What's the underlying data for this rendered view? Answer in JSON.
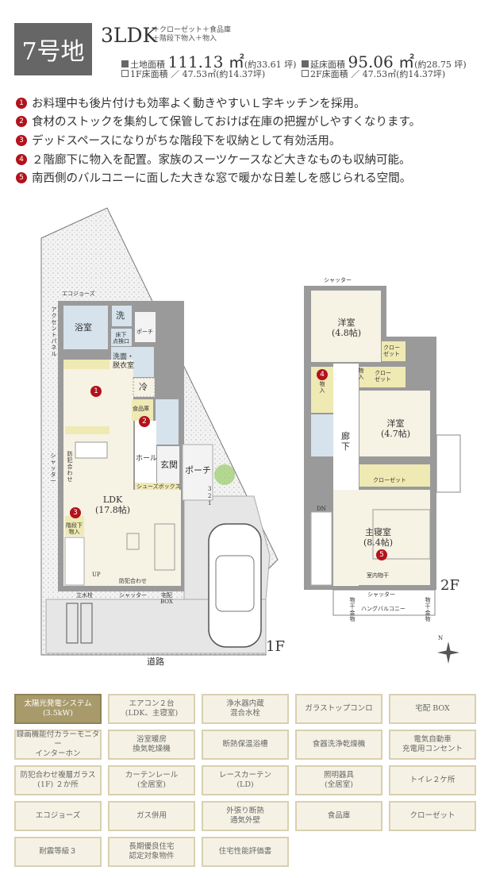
{
  "header": {
    "lot": "7号地",
    "plan": "3LDK",
    "plan_options_1": "＋クローゼット＋食品庫",
    "plan_options_2": "＋階段下物入＋物入",
    "land_area_label": "土地面積",
    "land_area_value": "111.13 ㎡",
    "land_area_tsubo": "(約33.61 坪)",
    "floor_area_label": "延床面積",
    "floor_area_value": "95.06 ㎡",
    "floor_area_tsubo": "(約28.75 坪)",
    "f1_area": "1F床面積 ／ 47.53㎡(約14.37坪)",
    "f2_area": "2F床面積 ／ 47.53㎡(約14.37坪)"
  },
  "points": [
    {
      "num": "1",
      "text": "お料理中も後片付けも効率よく動きやすいＬ字キッチンを採用。"
    },
    {
      "num": "2",
      "text": "食材のストックを集約して保管しておけば在庫の把握がしやすくなります。"
    },
    {
      "num": "3",
      "text": "デッドスペースになりがちな階段下を収納として有効活用。"
    },
    {
      "num": "4",
      "text": "２階廊下に物入を配置。家族のスーツケースなど大きなものも収納可能。"
    },
    {
      "num": "5",
      "text": "南西側のバルコニーに面した大きな窓で暖かな日差しを感じられる空間。"
    }
  ],
  "floor1": {
    "label": "1F",
    "ecojoz": "エコジョーズ",
    "accent_panel": "アクセントパネル",
    "bath": "浴室",
    "wash": "洗",
    "porch_back": "ポーチ",
    "underfloor": "床下\n点検口",
    "washroom": "洗面・\n脱衣室",
    "fridge": "冷",
    "pantry": "食品庫",
    "hall": "ホール",
    "entrance": "玄関",
    "porch": "ポーチ",
    "shoebox": "シューズボックス",
    "shutter_side": "シャッター",
    "security_glass": "防犯合わせ",
    "ldk": "LDK\n(17.8帖)",
    "under_stairs": "階段下\n物入",
    "up": "UP",
    "security_glass_bottom": "防犯合わせ",
    "faucet": "立水栓",
    "shutter_bottom": "シャッター",
    "delivery_box": "宅配\nBOX",
    "road": "道路",
    "steps": [
      "3",
      "2",
      "1"
    ],
    "markers": [
      "1",
      "2",
      "3"
    ]
  },
  "floor2": {
    "label": "2F",
    "shutter_top": "シャッター",
    "room1": "洋室\n(4.8帖)",
    "closet1": "クロー\nゼット",
    "storage_small": "物入",
    "closet2": "クロー\nゼット",
    "storage": "物入",
    "hallway": "廊\n下",
    "room2": "洋室\n(4.7帖)",
    "closet3": "クローゼット",
    "dn": "DN",
    "master": "主寝室\n(8.4帖)",
    "indoor_dry": "室内物干",
    "shutter_bottom": "シャッター",
    "dry_hardware": "物干金物",
    "balcony": "ハングバルコニー",
    "markers": [
      "4",
      "5"
    ]
  },
  "compass": "N",
  "features": [
    {
      "label": "太陽光発電システム\n(3.5kW)",
      "highlight": true
    },
    {
      "label": "エアコン２台\n(LDK、主寝室)"
    },
    {
      "label": "浄水器内蔵\n混合水栓"
    },
    {
      "label": "ガラストップコンロ"
    },
    {
      "label": "宅配 BOX"
    },
    {
      "label": "録画機能付カラーモニター\nインターホン"
    },
    {
      "label": "浴室暖房\n換気乾燥機"
    },
    {
      "label": "断熱保温浴槽"
    },
    {
      "label": "食器洗浄乾燥機"
    },
    {
      "label": "電気自動車\n充電用コンセント"
    },
    {
      "label": "防犯合わせ複層ガラス\n(1F) ２か所"
    },
    {
      "label": "カーテンレール\n(全居室)"
    },
    {
      "label": "レースカーテン\n(LD)"
    },
    {
      "label": "照明器具\n(全居室)"
    },
    {
      "label": "トイレ２ケ所"
    },
    {
      "label": "エコジョーズ"
    },
    {
      "label": "ガス併用"
    },
    {
      "label": "外張り断熱\n通気外壁"
    },
    {
      "label": "食品庫"
    },
    {
      "label": "クローゼット"
    },
    {
      "label": "耐震等級３"
    },
    {
      "label": "長期優良住宅\n認定対象物件"
    },
    {
      "label": "住宅性能評価書"
    }
  ],
  "colors": {
    "marker": "#b3121c",
    "highlight": "#a89a6a",
    "feature_bg": "#f5f2e5",
    "wall": "#9a9a9a",
    "floor": "#f6f2e4",
    "wet": "#d6e3ec",
    "storage": "#efe9b4"
  }
}
